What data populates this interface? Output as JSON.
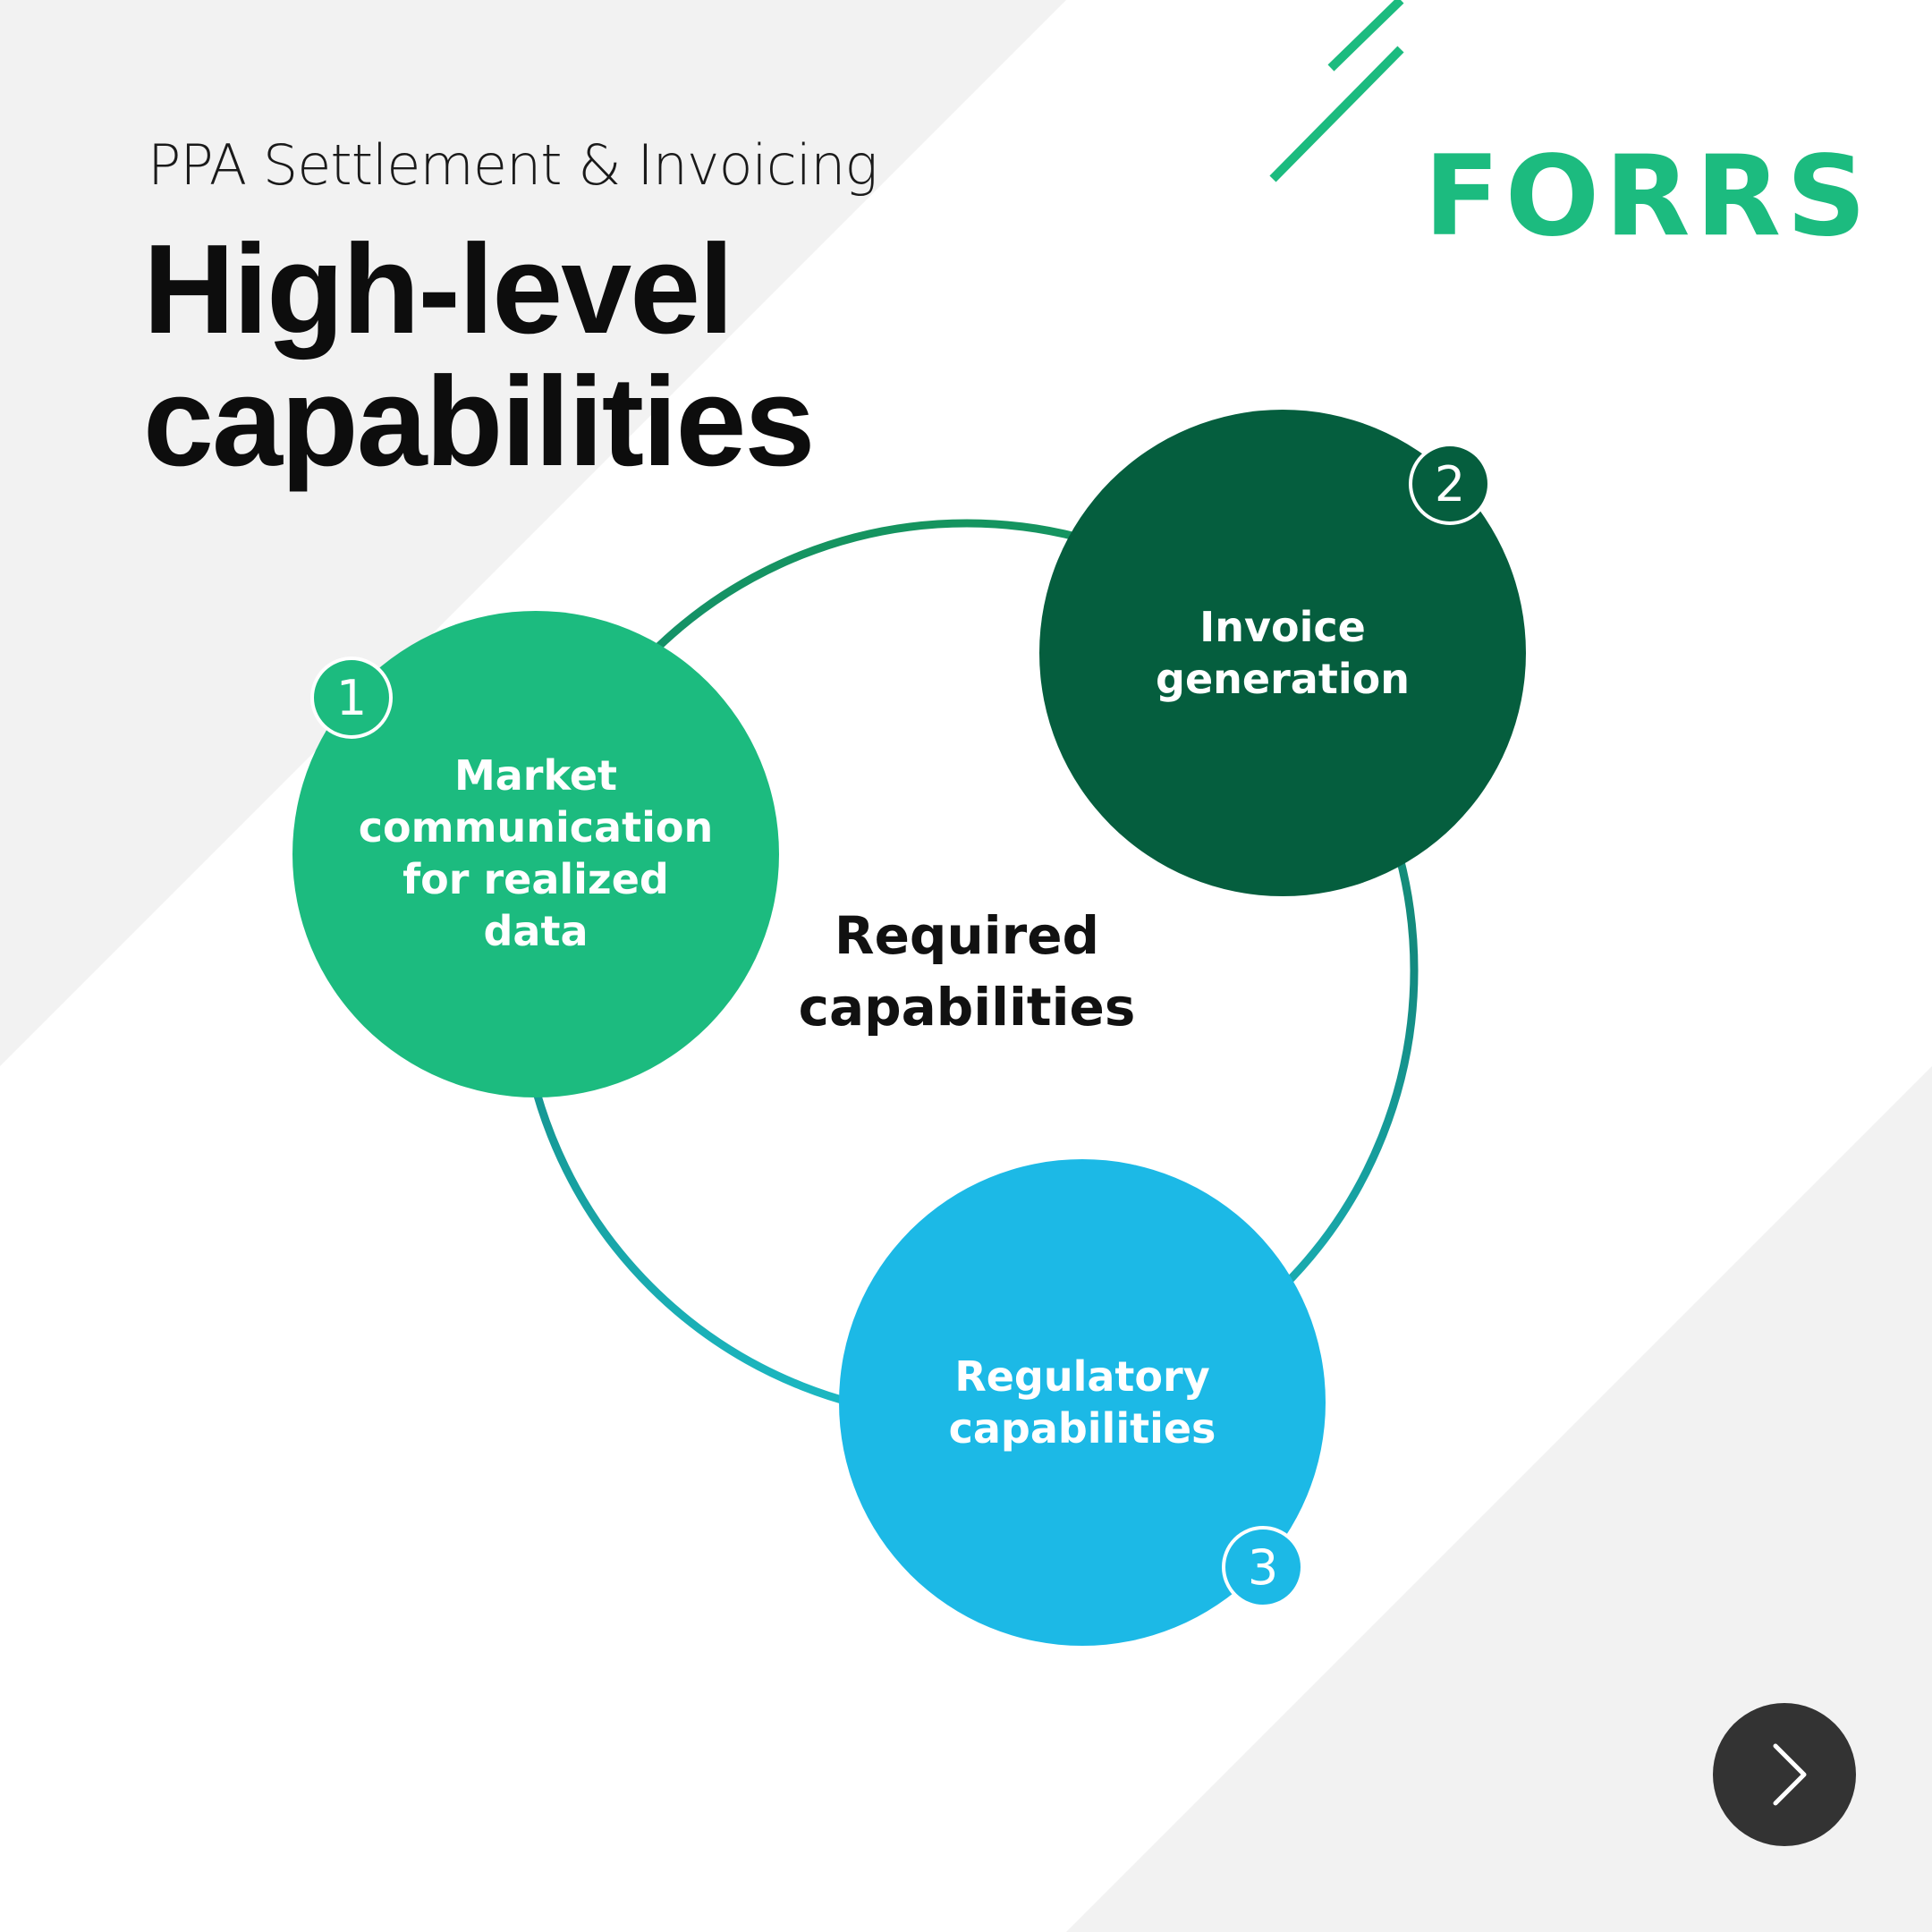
{
  "header": {
    "subtitle": "PPA Settlement & Invoicing",
    "title_line1": "High-level",
    "title_line2": "capabilities"
  },
  "logo": {
    "text": "FORRS"
  },
  "diagram": {
    "center_line1": "Required",
    "center_line2": "capabilities",
    "nodes": [
      {
        "number": "1",
        "line1": "Market",
        "line2": "communication",
        "line3": "for realized",
        "line4": "data",
        "color": "#1cbb7f"
      },
      {
        "number": "2",
        "line1": "Invoice",
        "line2": "generation",
        "color": "#055e3e"
      },
      {
        "number": "3",
        "line1": "Regulatory",
        "line2": "capabilities",
        "color": "#1cb9e6"
      }
    ]
  },
  "navigation": {
    "next_icon": "chevron-right-icon"
  },
  "colors": {
    "brand_green": "#1cbb7f",
    "background_gray": "#f2f2f2",
    "button_dark": "#333333"
  }
}
